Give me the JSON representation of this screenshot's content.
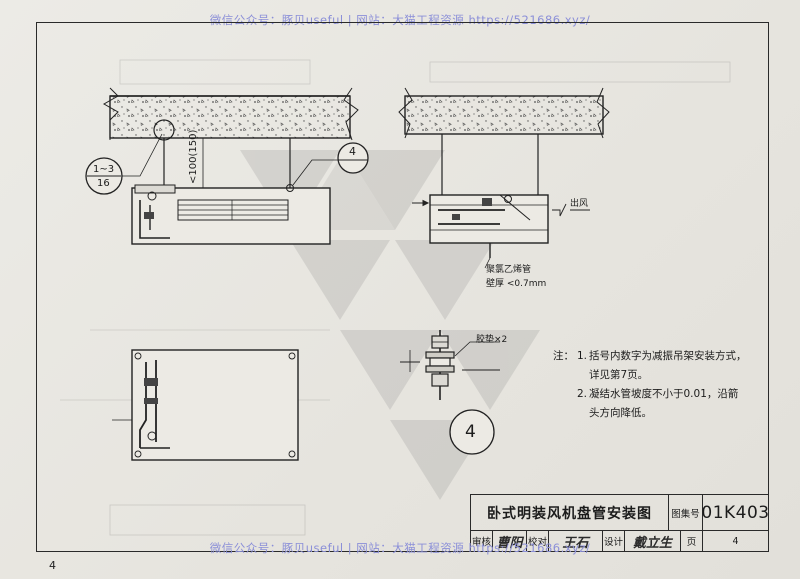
{
  "watermark": {
    "top": "微信公众号：豚贝useful | 网站：大猫工程资源 https://521686.xyz/",
    "bottom": "微信公众号：豚贝useful | 网站：大猫工程资源 https://521686.xyz/"
  },
  "page_number": "4",
  "labels": {
    "ref_circle_top": "1~3",
    "ref_circle_bottom": "16",
    "detail_ref": "4",
    "dimension": "<100(150)",
    "airflow": "出风",
    "insulation_line1": "聚氯乙烯管",
    "insulation_line2": "壁厚 <0.7mm",
    "rubber_pad": "胶垫×2",
    "detail_number": "4"
  },
  "notes": {
    "lead": "注：",
    "items": [
      {
        "num": "1.",
        "line1": "括号内数字为减振吊架安装方式，",
        "line2": "详见第7页。"
      },
      {
        "num": "2.",
        "line1": "凝结水管坡度不小于0.01，沿箭",
        "line2": "头方向降低。"
      }
    ]
  },
  "title_block": {
    "title": "卧式明装风机盘管安装图",
    "set_label": "图集号",
    "set_number": "01K403",
    "review_label": "审核",
    "review_sig": "曹阳",
    "check_label": "校对",
    "check_sig": "王石",
    "design_label": "设计",
    "design_sig": "戴立生",
    "page_label": "页",
    "page_value": "4"
  }
}
